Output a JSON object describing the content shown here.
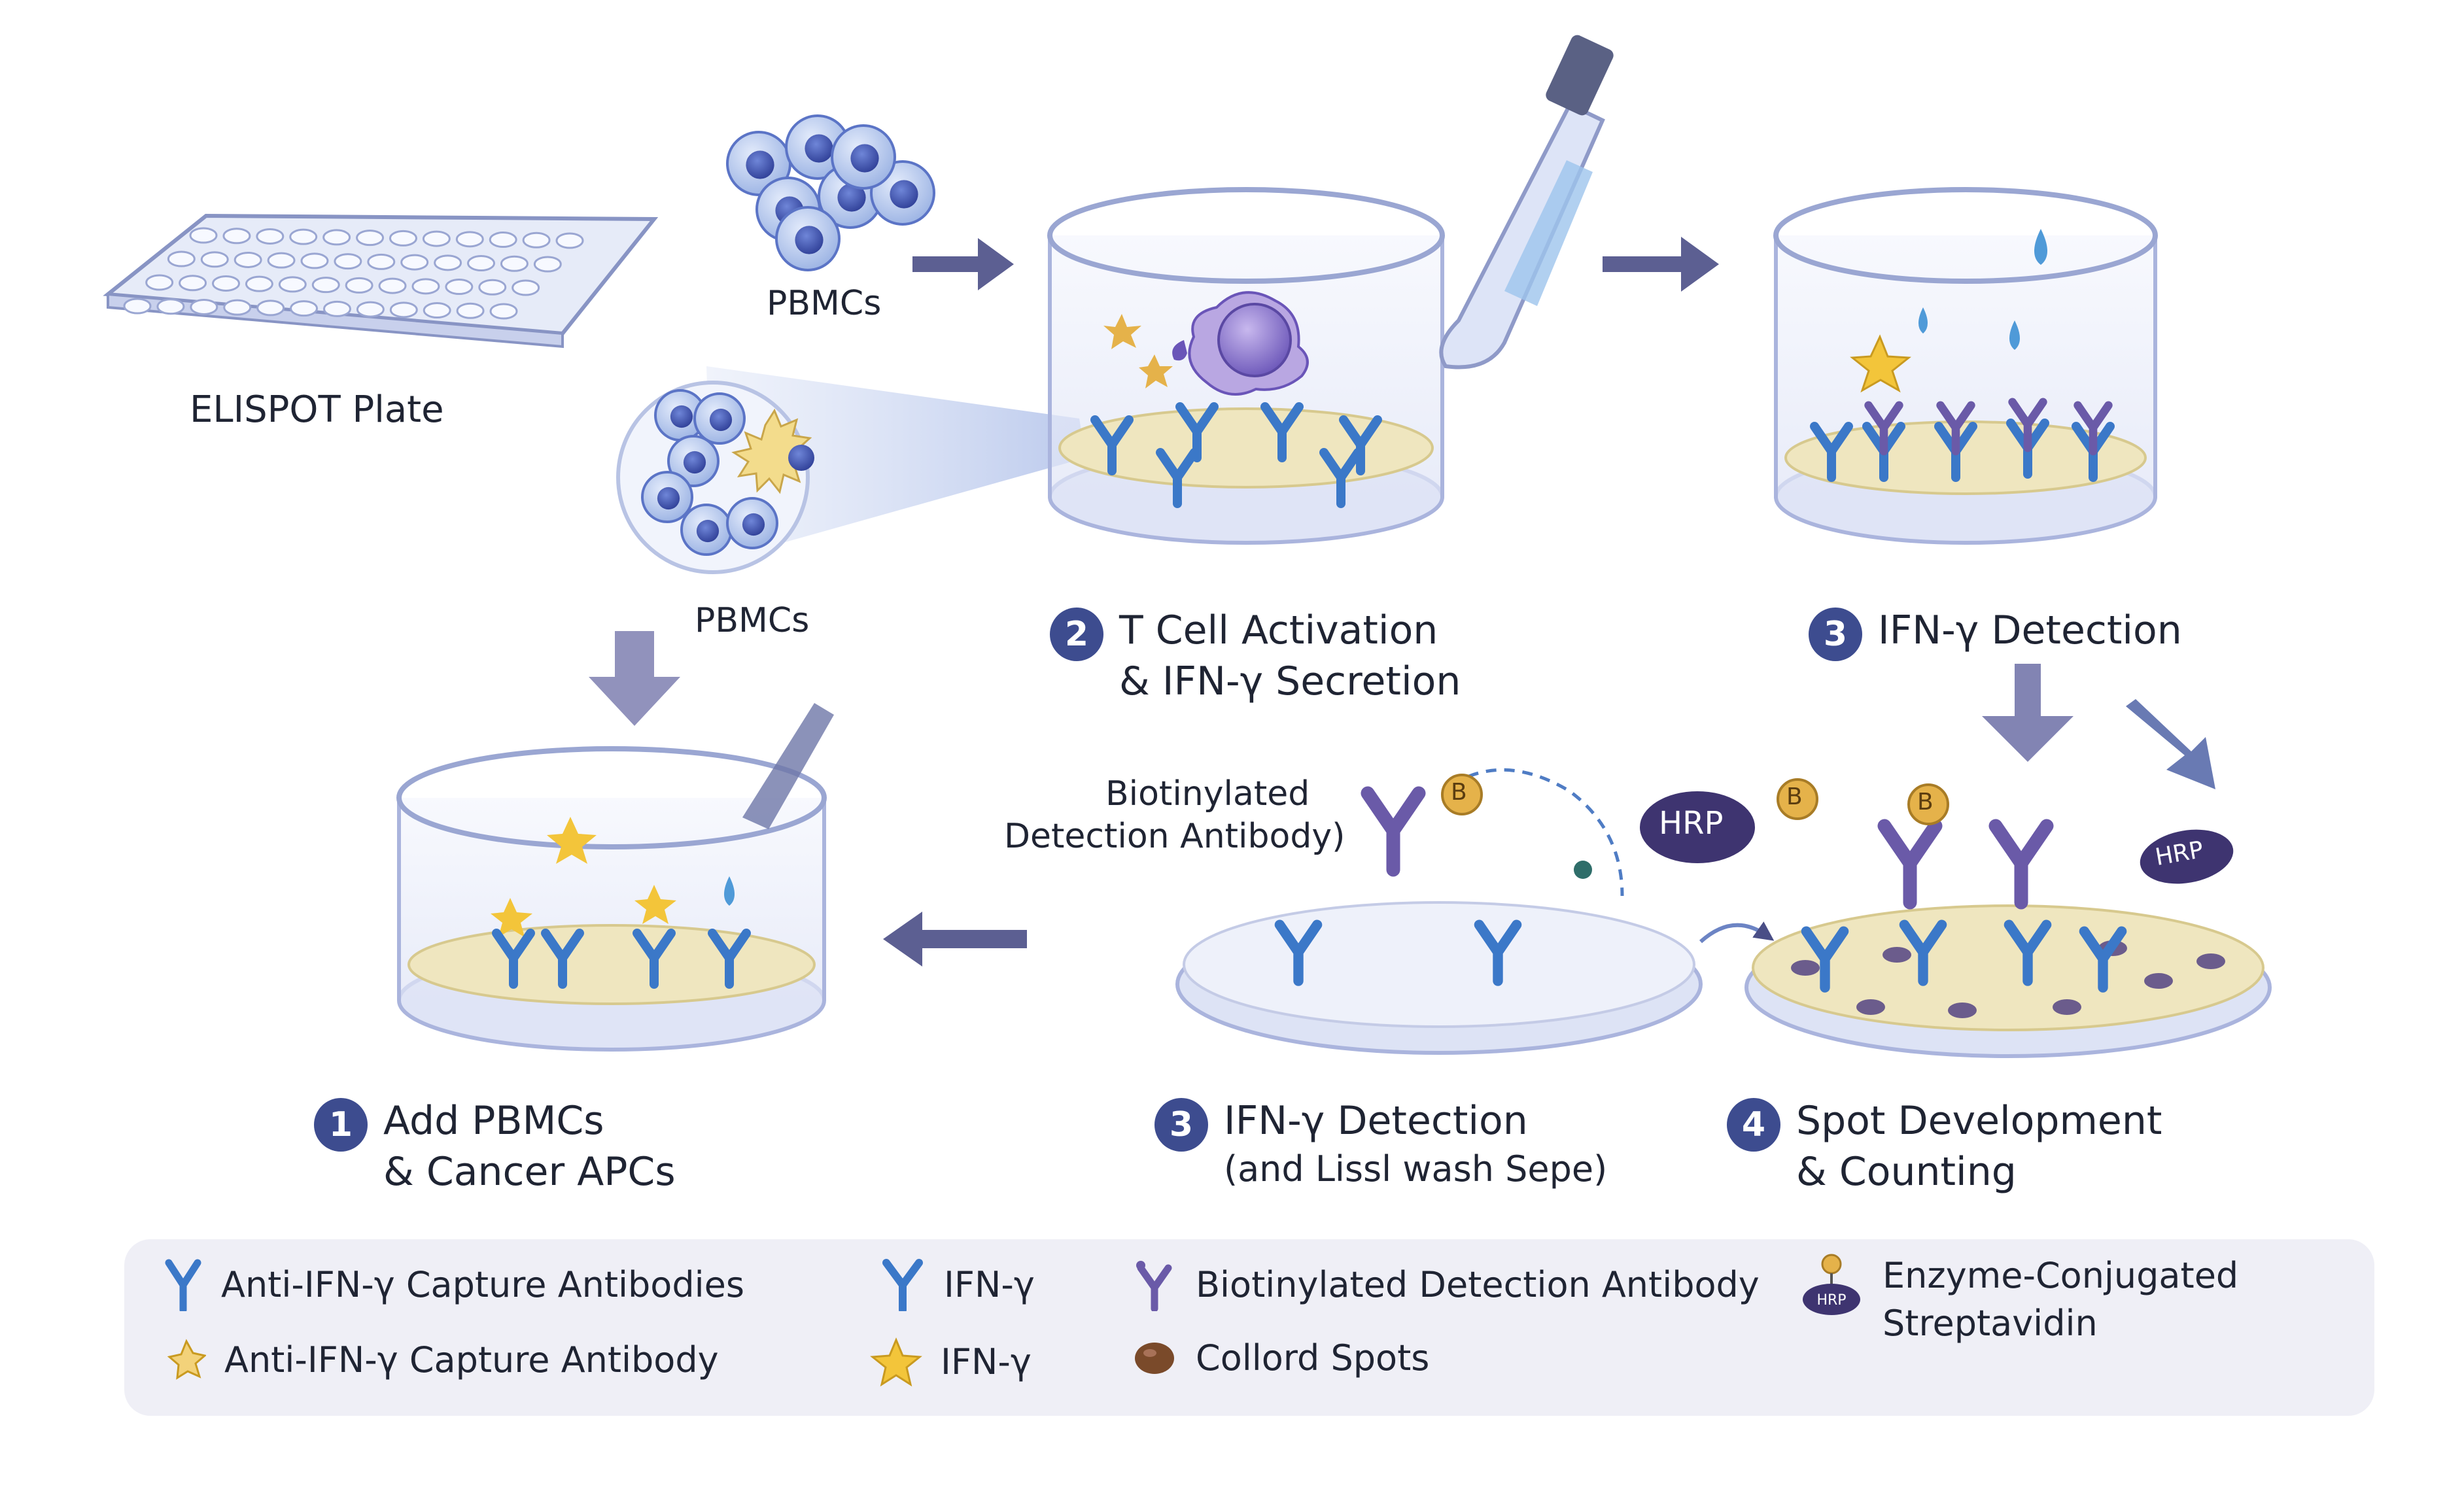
{
  "labels": {
    "elispot_plate": "ELISPOT Plate",
    "pbmcs_top": "PBMCs",
    "pbmcs_mid": "PBMCs",
    "biotinylated_1": "Biotinylated",
    "biotinylated_2": "Detection Antibody)",
    "hrp": "HRP",
    "biotin": "B"
  },
  "steps": [
    {
      "number": "1",
      "line1": "Add PBMCs",
      "line2": "& Cancer APCs"
    },
    {
      "number": "2",
      "line1": "T Cell Activation",
      "line2": "& IFN-γ Secretion"
    },
    {
      "number": "3",
      "line1": "IFN-γ Detection",
      "line2": ""
    },
    {
      "number": "3",
      "line1": "IFN-γ Detection",
      "line2": "(and Lissl wash Sepe)"
    },
    {
      "number": "4",
      "line1": "Spot Development",
      "line2": "& Counting"
    }
  ],
  "legend": [
    {
      "icon": "capture-antibody-icon",
      "text": "Anti-IFN-γ Capture Antibodies"
    },
    {
      "icon": "ifn-gamma-y-icon",
      "text": "IFN-γ"
    },
    {
      "icon": "biotinylated-antibody-icon",
      "text": "Biotinylated Detection Antibody"
    },
    {
      "icon": "streptavidin-hrp-icon",
      "text": "Enzyme-Conjugated",
      "text2": "Streptavidin"
    },
    {
      "icon": "capture-antibody-alt-icon",
      "text": "Anti-IFN-γ Capture Antibody"
    },
    {
      "icon": "ifn-gamma-star-icon",
      "text": "IFN-γ"
    },
    {
      "icon": "colored-spot-icon",
      "text": "Collord Spots"
    }
  ],
  "colors": {
    "antibody_blue": "#3b78c8",
    "antibody_purple": "#6a5aa8",
    "badge": "#3d4c8f",
    "membrane": "#efe6bf",
    "arrow": "#4a4e86",
    "hrp": "#3e3470",
    "biotin": "#e5b24a"
  }
}
